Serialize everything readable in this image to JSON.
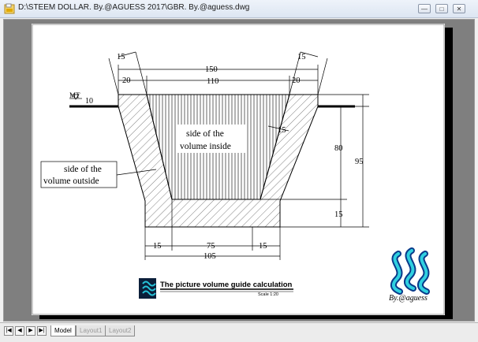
{
  "window": {
    "title": "D:\\STEEM  DOLLAR. By.@AGUESS 2017\\GBR. By.@aguess.dwg"
  },
  "drawing": {
    "labels": {
      "mt": "MT",
      "mt_dim": "10",
      "dim_top_left_slant": "15",
      "dim_top_right_slant": "15",
      "dim_150": "150",
      "dim_20_left": "20",
      "dim_110": "110",
      "dim_20_right": "20",
      "dim_side_slope": "15",
      "dim_80": "80",
      "dim_95": "95",
      "dim_15_right": "15",
      "dim_bottom_15_left": "15",
      "dim_75": "75",
      "dim_bottom_15_right": "15",
      "dim_105": "105"
    },
    "inside_label": [
      "side of the",
      "volume inside"
    ],
    "outside_label": [
      "side of the",
      "volume outside"
    ],
    "title_block": {
      "title": "The picture volume guide calculation",
      "scale": "Scale 1:20"
    },
    "signature": "By.@aguess"
  },
  "tabs": {
    "model": "Model",
    "layout1": "Layout1",
    "layout2": "Layout2"
  }
}
